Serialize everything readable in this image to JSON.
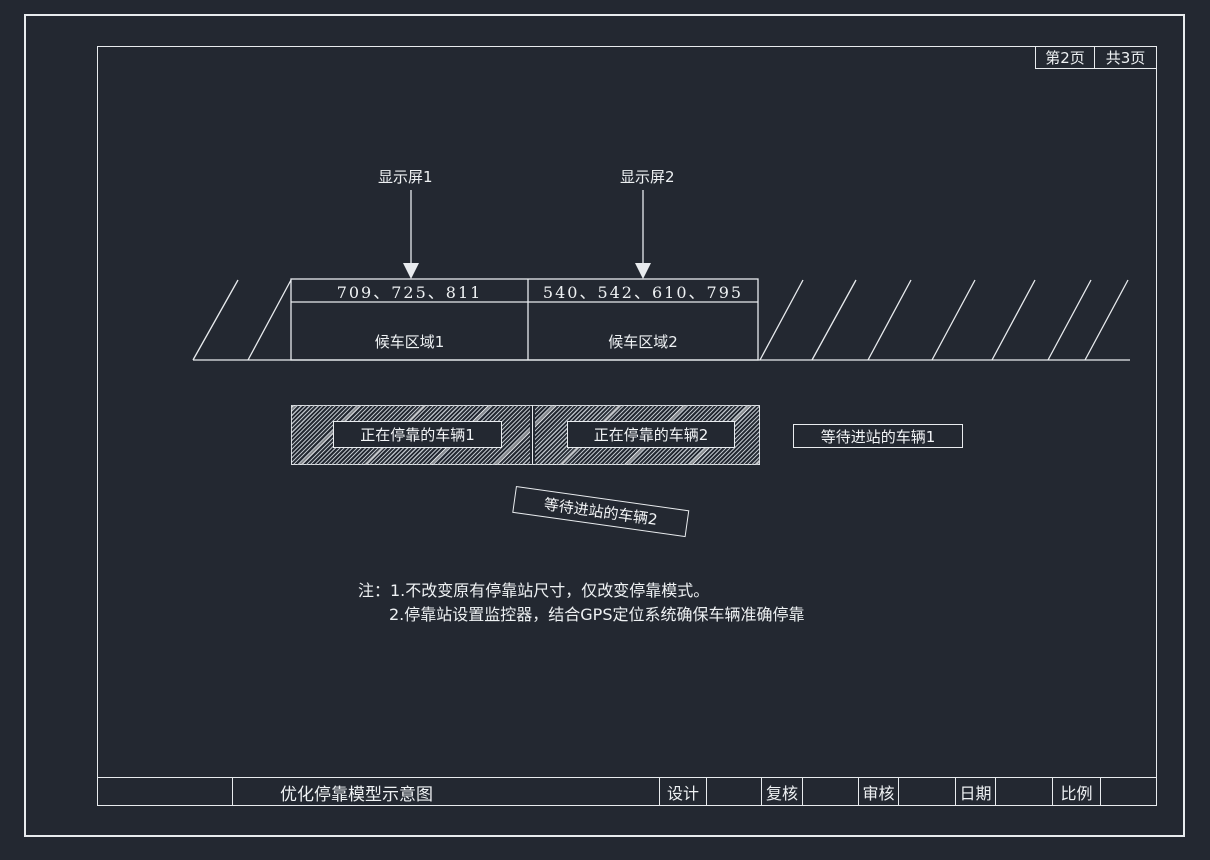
{
  "meta": {
    "page_current": "第2页",
    "page_total": "共3页"
  },
  "diagram": {
    "display_labels": [
      "显示屏1",
      "显示屏2"
    ],
    "platform": {
      "numbers_left": "709、725、811",
      "numbers_right": "540、542、610、795",
      "area_left": "候车区域1",
      "area_right": "候车区域2"
    },
    "vehicles": {
      "docking1": "正在停靠的车辆1",
      "docking2": "正在停靠的车辆2",
      "waiting1": "等待进站的车辆1",
      "waiting2": "等待进站的车辆2"
    },
    "notes": [
      "注：1.不改变原有停靠站尺寸，仅改变停靠模式。",
      "2.停靠站设置监控器，结合GPS定位系统确保车辆准确停靠"
    ]
  },
  "titlebar": {
    "title": "优化停靠模型示意图",
    "labels": {
      "design": "设计",
      "check": "复核",
      "audit": "审核",
      "date": "日期",
      "scale": "比例"
    }
  },
  "colors": {
    "background": "#232831",
    "line": "#e8ebee"
  }
}
